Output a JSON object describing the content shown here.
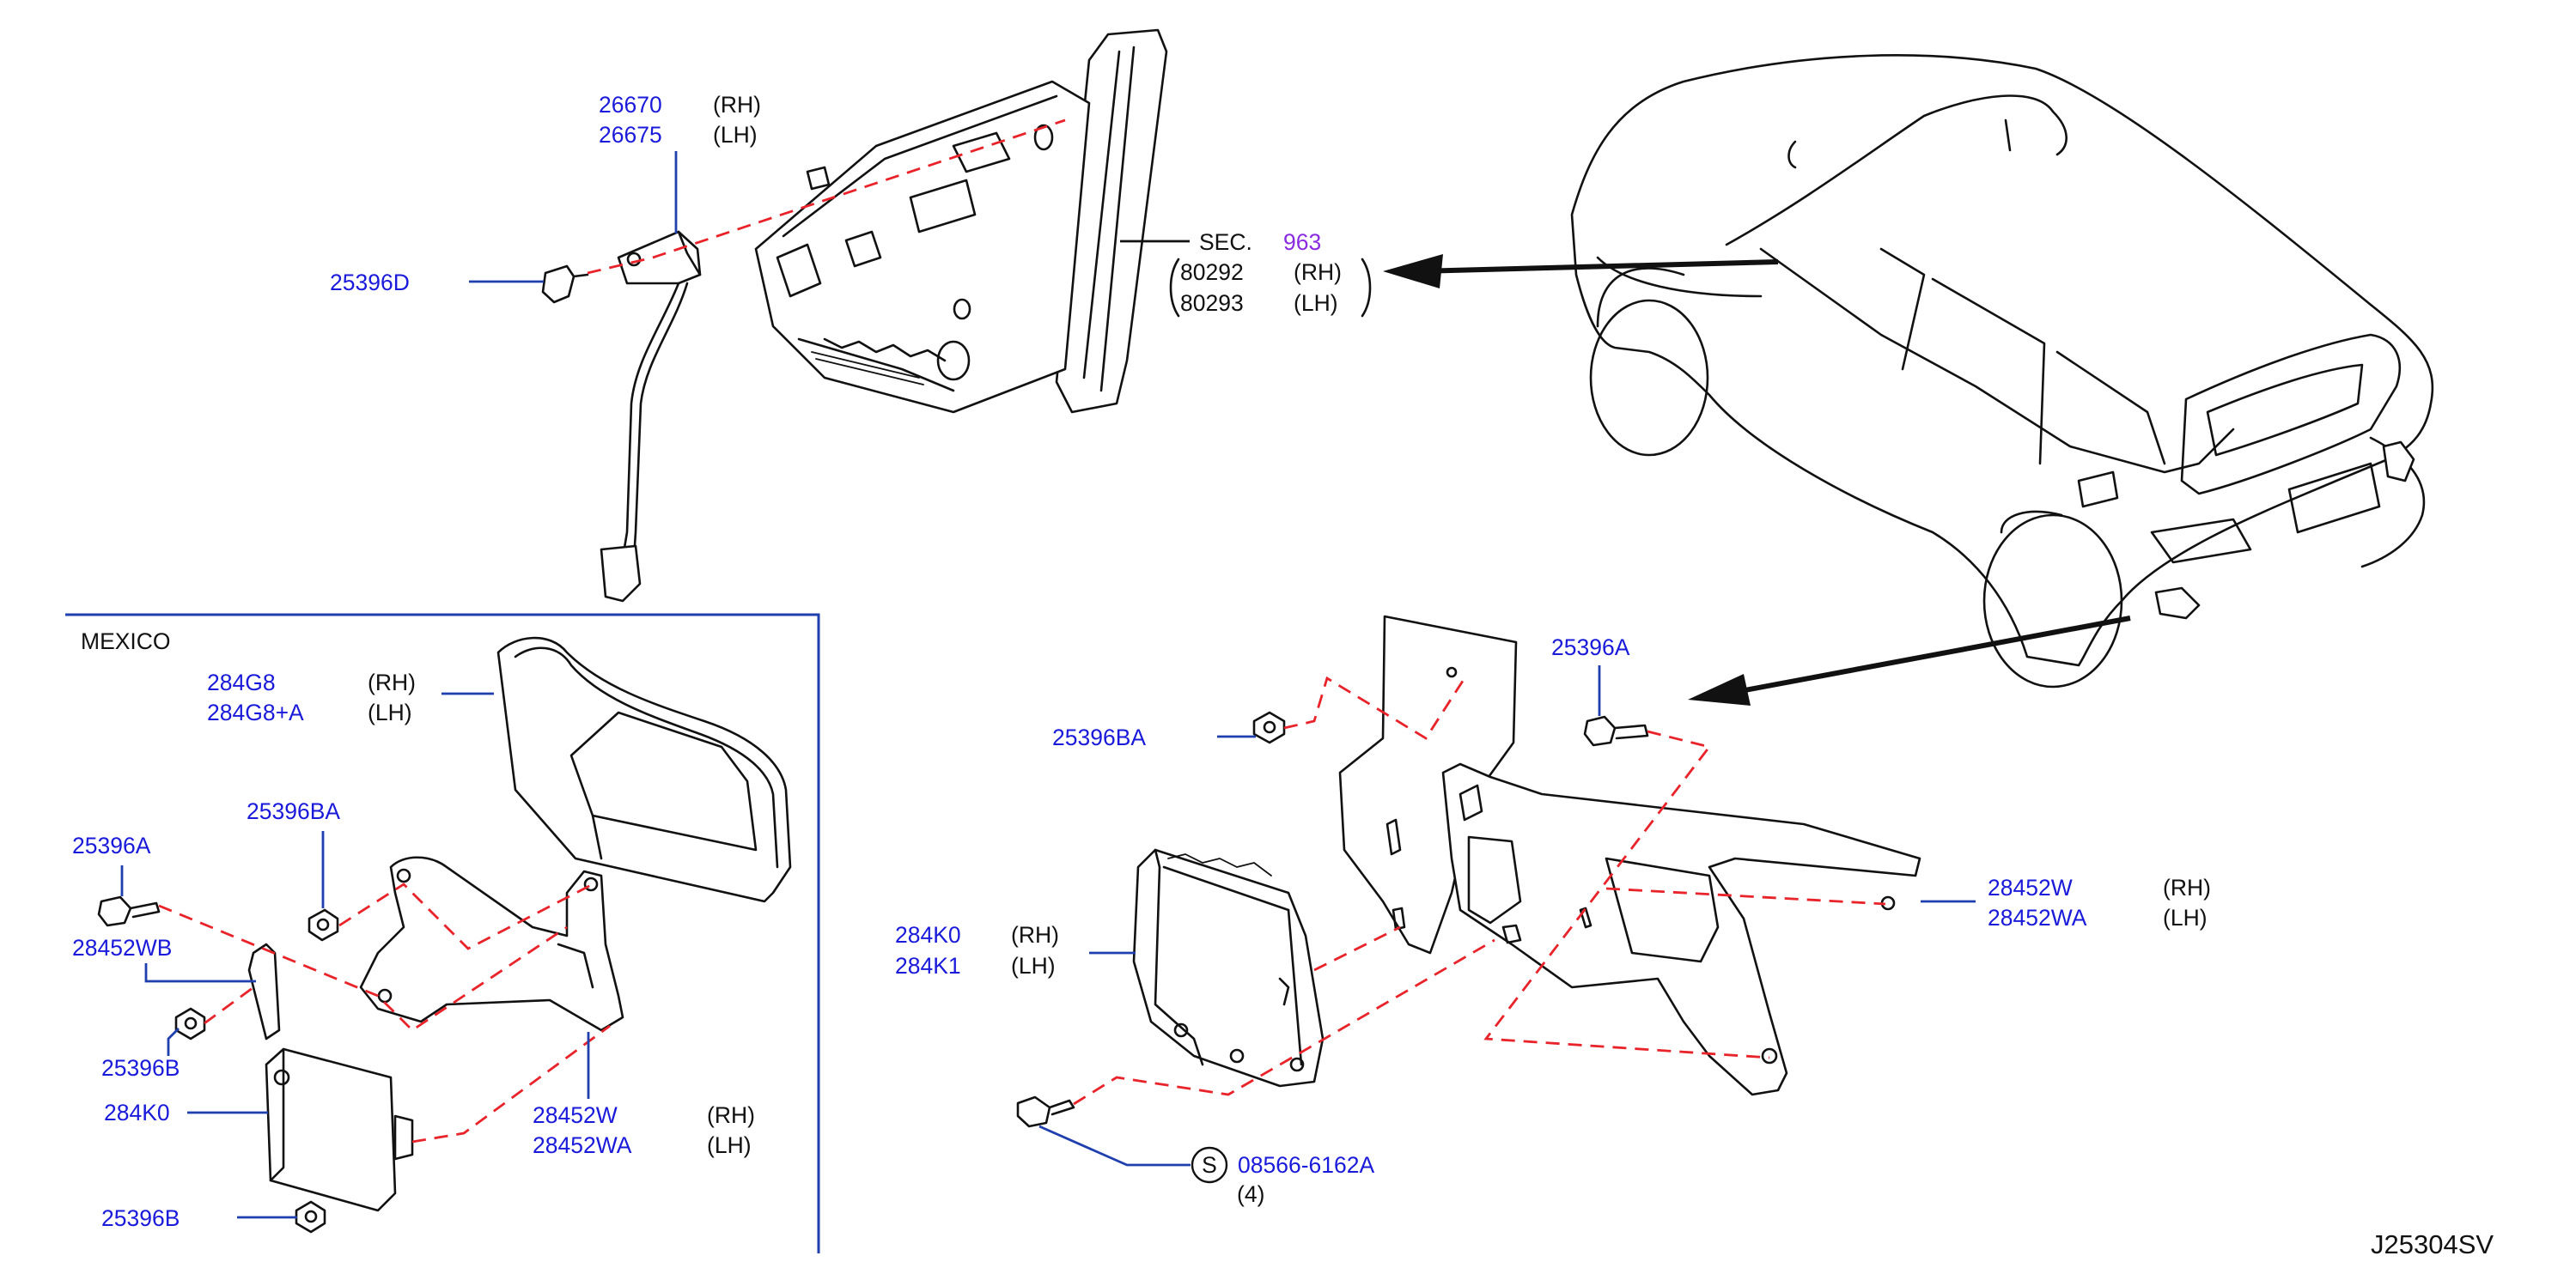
{
  "diagram_id": "J25304SV",
  "mexico_box_title": "MEXICO",
  "labels": {
    "p26670": "26670",
    "p26670_side": "(RH)",
    "p26675": "26675",
    "p26675_side": "(LH)",
    "p25396D": "25396D",
    "sec_prefix": "SEC.",
    "sec_number": "963",
    "p80292": "80292",
    "p80292_side": "(RH)",
    "p80293": "80293",
    "p80293_side": "(LH)",
    "m284G8": "284G8",
    "m284G8_side": "(RH)",
    "m284G8A": "284G8+A",
    "m284G8A_side": "(LH)",
    "m25396BA": "25396BA",
    "m25396A": "25396A",
    "m28452WB": "28452WB",
    "m25396B_1": "25396B",
    "m284K0": "284K0",
    "m28452W": "28452W",
    "m28452W_side": "(RH)",
    "m28452WA": "28452WA",
    "m28452WA_side": "(LH)",
    "m25396B_2": "25396B",
    "r25396BA": "25396BA",
    "r25396A": "25396A",
    "r28452W": "28452W",
    "r28452W_side": "(RH)",
    "r28452WA": "28452WA",
    "r28452WA_side": "(LH)",
    "r284K0": "284K0",
    "r284K0_side": "(RH)",
    "r284K1": "284K1",
    "r284K1_side": "(LH)",
    "s_symbol": "S",
    "screw": "08566-6162A",
    "screw_qty": "(4)"
  },
  "colors": {
    "part_number": "#1a1adb",
    "leader": "#1f3fae",
    "dashed_connector": "#e8232a",
    "section_number": "#8a2be2",
    "line_art": "#111111"
  }
}
